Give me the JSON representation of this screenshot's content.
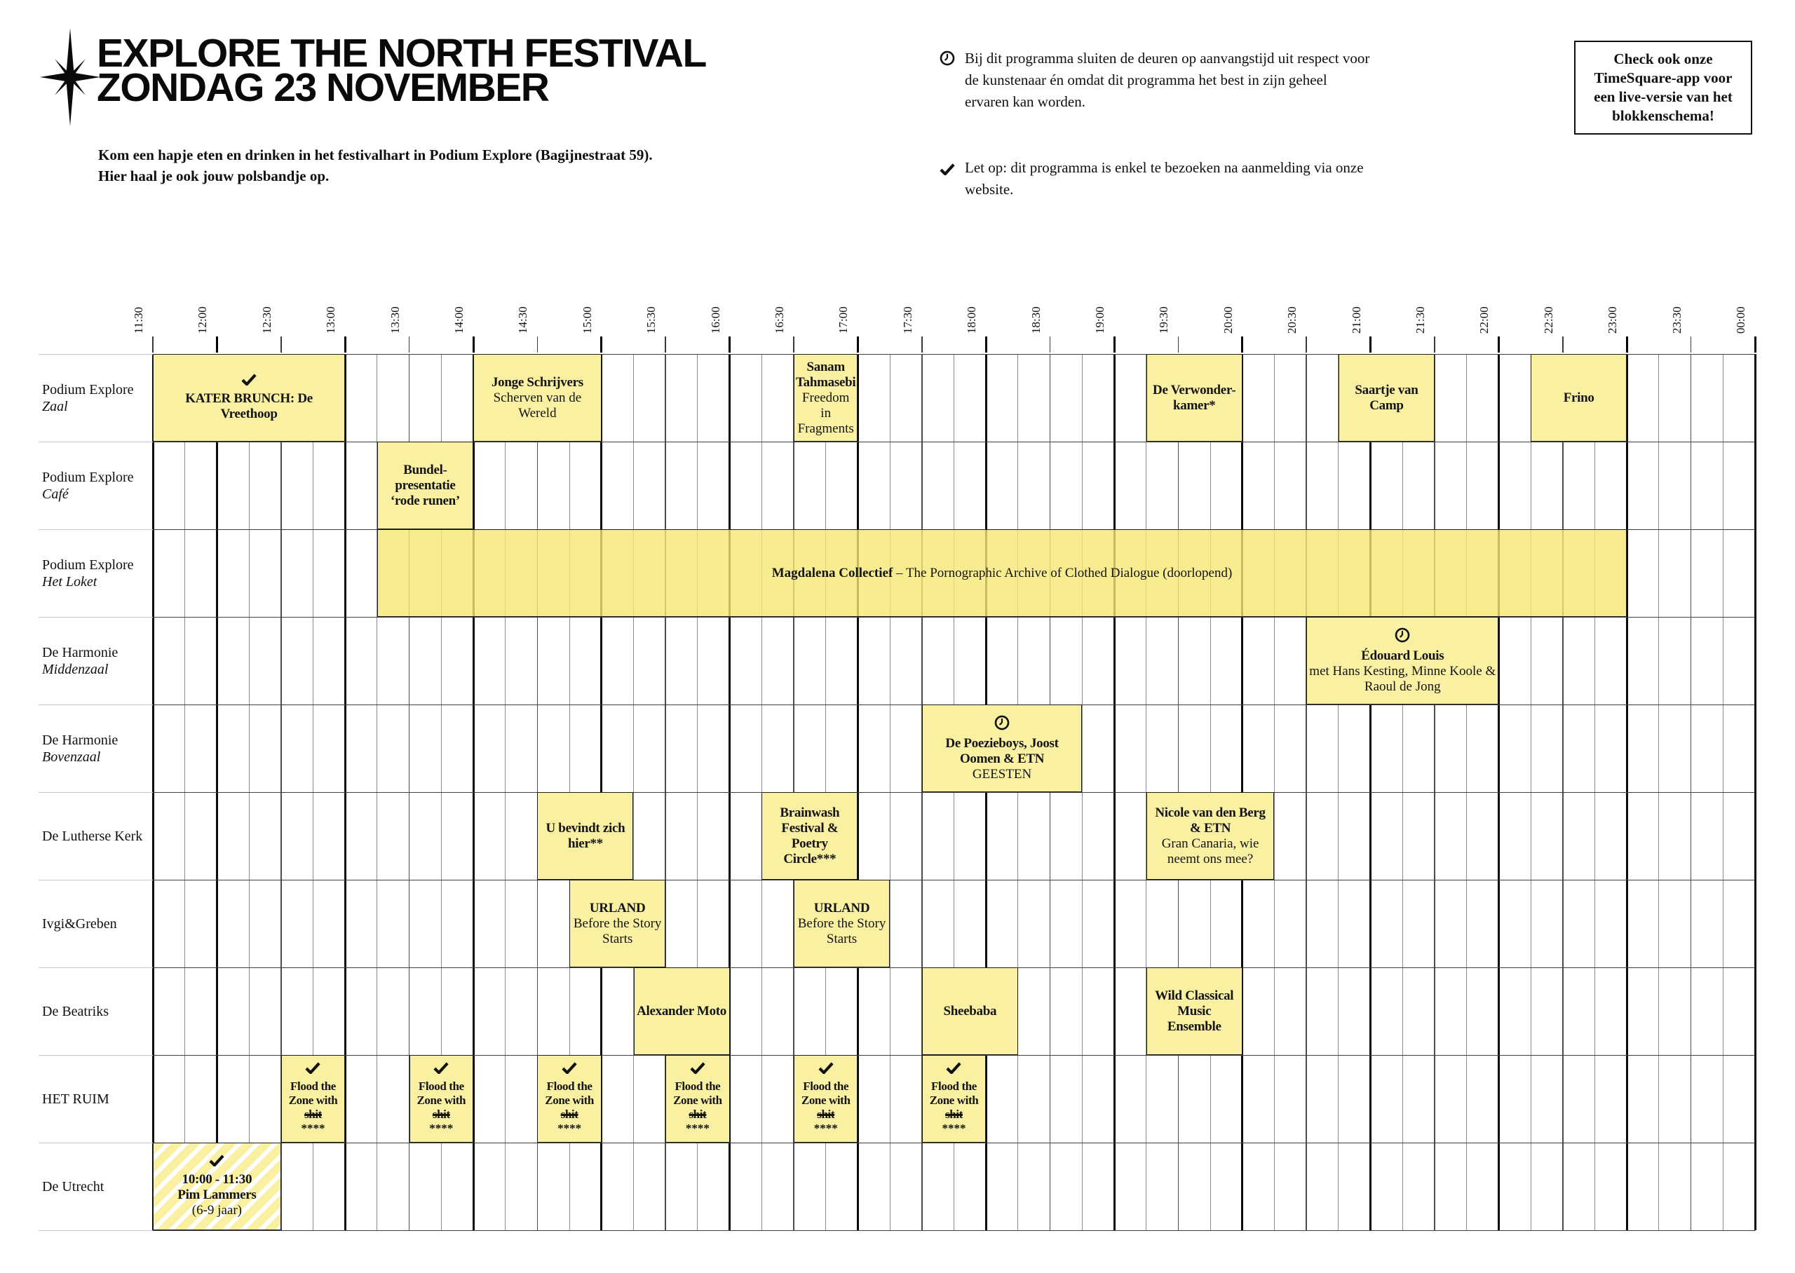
{
  "header": {
    "title_line1": "Explore the North Festival",
    "title_line2": "Zondag 23 november",
    "subtitle_line1": "Kom een hapje eten en drinken in het festivalhart in Podium Explore (Bagijnestraat 59).",
    "subtitle_line2": "Hier haal je ook jouw polsbandje op.",
    "notes": [
      {
        "icon": "clock-icon",
        "text": "Bij dit programma sluiten de deuren op aanvangstijd uit respect voor de kunstenaar én omdat dit programma het best in zijn geheel ervaren kan worden."
      },
      {
        "icon": "checkmark-icon",
        "text": "Let op: dit programma is enkel te bezoeken na aanmelding via onze website."
      }
    ],
    "app_box": "Check ook onze TimeSquare-app voor een live-versie van het blokkenschema!"
  },
  "colors": {
    "block_yellow": "#faf0a2",
    "grid_hour_line": "#0a0a0a",
    "grid_minor_line": "#8a8a8a",
    "text": "#111111"
  },
  "schedule": {
    "time_labels": [
      "11:30",
      "12:00",
      "12:30",
      "13:00",
      "13:30",
      "14:00",
      "14:30",
      "15:00",
      "15:30",
      "16:00",
      "16:30",
      "17:00",
      "17:30",
      "18:00",
      "18:30",
      "19:00",
      "19:30",
      "20:00",
      "20:30",
      "21:00",
      "21:30",
      "22:00",
      "22:30",
      "23:00",
      "23:30",
      "00:00"
    ],
    "venues": [
      {
        "name": "Podium Explore",
        "room": "Zaal",
        "events": [
          {
            "start": "11:30",
            "end": "13:00",
            "icon": "check",
            "title": "KATER BRUNCH: De Vreethoop"
          },
          {
            "start": "14:00",
            "end": "15:00",
            "title": "Jonge Schrijvers",
            "subtitle": "Scherven van de Wereld"
          },
          {
            "start": "16:30",
            "end": "17:00",
            "title": "Sanam Tahmasebi",
            "subtitle": "Freedom in Fragments"
          },
          {
            "start": "19:15",
            "end": "20:00",
            "title": "De Verwonder-kamer*"
          },
          {
            "start": "20:45",
            "end": "21:30",
            "title": "Saartje van Camp"
          },
          {
            "start": "22:15",
            "end": "23:00",
            "title": "Frino"
          }
        ]
      },
      {
        "name": "Podium Explore",
        "room": "Café",
        "events": [
          {
            "start": "13:15",
            "end": "14:00",
            "title": "Bundel-presentatie ‘rode runen’"
          }
        ]
      },
      {
        "name": "Podium Explore",
        "room": "Het Loket",
        "events": [
          {
            "start": "13:15",
            "end": "23:00",
            "inline": true,
            "translucent": true,
            "title": "Magdalena Collectief",
            "subtitle": "– The Pornographic Archive of Clothed Dialogue (doorlopend)"
          }
        ]
      },
      {
        "name": "De Harmonie",
        "room": "Middenzaal",
        "events": [
          {
            "start": "20:30",
            "end": "22:00",
            "icon": "clock",
            "title": "Édouard Louis",
            "subtitle": "met Hans Kesting, Minne Koole & Raoul de Jong"
          }
        ]
      },
      {
        "name": "De Harmonie",
        "room": "Bovenzaal",
        "events": [
          {
            "start": "17:30",
            "end": "18:45",
            "icon": "clock",
            "title": "De Poezieboys, Joost Oomen & ETN",
            "subtitle": "GEESTEN"
          }
        ]
      },
      {
        "name": "De Lutherse Kerk",
        "events": [
          {
            "start": "14:30",
            "end": "15:15",
            "title": "U bevindt zich hier**"
          },
          {
            "start": "16:15",
            "end": "17:00",
            "title": "Brainwash Festival & Poetry Circle***"
          },
          {
            "start": "19:15",
            "end": "20:15",
            "title": "Nicole van den Berg & ETN",
            "subtitle": "Gran Canaria, wie neemt ons mee?"
          }
        ]
      },
      {
        "name": "Ivgi&Greben",
        "events": [
          {
            "start": "14:45",
            "end": "15:30",
            "title": "URLAND",
            "subtitle": "Before the Story Starts"
          },
          {
            "start": "16:30",
            "end": "17:15",
            "title": "URLAND",
            "subtitle": "Before the Story Starts"
          }
        ]
      },
      {
        "name": "De Beatriks",
        "events": [
          {
            "start": "15:15",
            "end": "16:00",
            "title": "Alexander Moto"
          },
          {
            "start": "17:30",
            "end": "18:15",
            "title": "Sheebaba"
          },
          {
            "start": "19:15",
            "end": "20:00",
            "title": "Wild Classical Music Ensemble"
          }
        ]
      },
      {
        "name": "HET RUIM",
        "events": [
          {
            "start": "12:30",
            "end": "13:00",
            "icon": "check",
            "small": true,
            "title": "Flood the Zone with ",
            "strike": "shit",
            "subtitle": "****",
            "subtitle_bold": true
          },
          {
            "start": "13:30",
            "end": "14:00",
            "icon": "check",
            "small": true,
            "title": "Flood the Zone with ",
            "strike": "shit",
            "subtitle": "****",
            "subtitle_bold": true
          },
          {
            "start": "14:30",
            "end": "15:00",
            "icon": "check",
            "small": true,
            "title": "Flood the Zone with ",
            "strike": "shit",
            "subtitle": "****",
            "subtitle_bold": true
          },
          {
            "start": "15:30",
            "end": "16:00",
            "icon": "check",
            "small": true,
            "title": "Flood the Zone with ",
            "strike": "shit",
            "subtitle": "****",
            "subtitle_bold": true
          },
          {
            "start": "16:30",
            "end": "17:00",
            "icon": "check",
            "small": true,
            "title": "Flood the Zone with ",
            "strike": "shit",
            "subtitle": "****",
            "subtitle_bold": true
          },
          {
            "start": "17:30",
            "end": "18:00",
            "icon": "check",
            "small": true,
            "title": "Flood the Zone with ",
            "strike": "shit",
            "subtitle": "****",
            "subtitle_bold": true
          }
        ]
      },
      {
        "name": "De Utrecht",
        "events": [
          {
            "start": "11:30",
            "end": "12:30",
            "icon": "check",
            "hatched": true,
            "title": "10:00 - 11:30",
            "title2": "Pim Lammers",
            "subtitle": "(6-9 jaar)"
          }
        ]
      }
    ]
  }
}
